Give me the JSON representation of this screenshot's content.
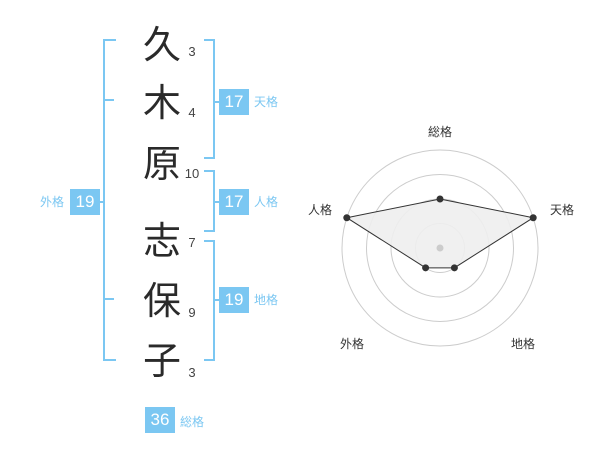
{
  "name": {
    "characters": [
      {
        "char": "久",
        "strokes": "3"
      },
      {
        "char": "木",
        "strokes": "4"
      },
      {
        "char": "原",
        "strokes": "10"
      },
      {
        "char": "志",
        "strokes": "7"
      },
      {
        "char": "保",
        "strokes": "9"
      },
      {
        "char": "子",
        "strokes": "3"
      }
    ]
  },
  "scores": {
    "tenkaku": {
      "value": "17",
      "label": "天格"
    },
    "jinkaku": {
      "value": "17",
      "label": "人格"
    },
    "chikaku": {
      "value": "19",
      "label": "地格"
    },
    "gaikaku": {
      "value": "19",
      "label": "外格"
    },
    "soukaku": {
      "value": "36",
      "label": "総格"
    }
  },
  "radar": {
    "axes": [
      "総格",
      "天格",
      "地格",
      "外格",
      "人格"
    ],
    "values": [
      0.5,
      1.0,
      0.25,
      0.25,
      1.0
    ],
    "rings": 4,
    "colors": {
      "ring": "#cccccc",
      "fill": "#eeeeee",
      "line": "#333333",
      "point": "#333333",
      "center": "#cccccc"
    }
  },
  "colors": {
    "accent": "#7bc7f2"
  }
}
